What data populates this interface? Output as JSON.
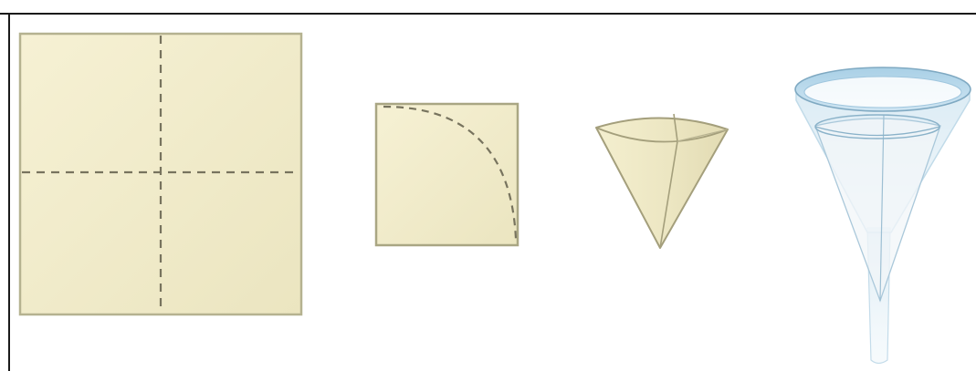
{
  "figure": {
    "steps": [
      {
        "name": "square-sheet-folded-in-quarters"
      },
      {
        "name": "quarter-square-with-arc-line"
      },
      {
        "name": "paper-cone"
      },
      {
        "name": "cone-filter-in-funnel"
      }
    ]
  },
  "colors": {
    "paper": "#f1ecc9",
    "paper_light": "#f7f3da",
    "paper_edge": "#b5b290",
    "fold_line": "#77735e",
    "frame": "#1a1a1a",
    "funnel_blue": "#bcd9ea",
    "funnel_rim": "#9fc6de",
    "funnel_edge": "#7fa9c2"
  }
}
